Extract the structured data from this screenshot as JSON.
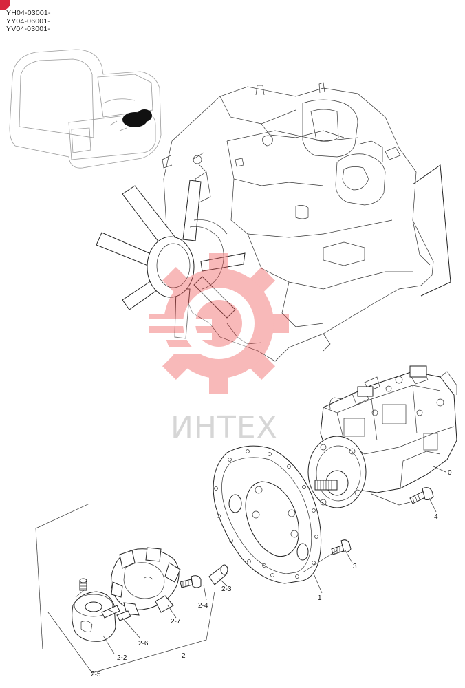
{
  "serial_ranges": [
    "YH04-03001-",
    "YY04-06001-",
    "YV04-03001-"
  ],
  "watermark": {
    "text": "ИНТЕХ",
    "gear_color": "#f05a5a",
    "text_color": "#b5b5b5"
  },
  "badge_color": "#d7263d",
  "part_callouts": [
    "0",
    "1",
    "2",
    "2-2",
    "2-3",
    "2-4",
    "2-5",
    "2-6",
    "2-7",
    "3",
    "4"
  ]
}
